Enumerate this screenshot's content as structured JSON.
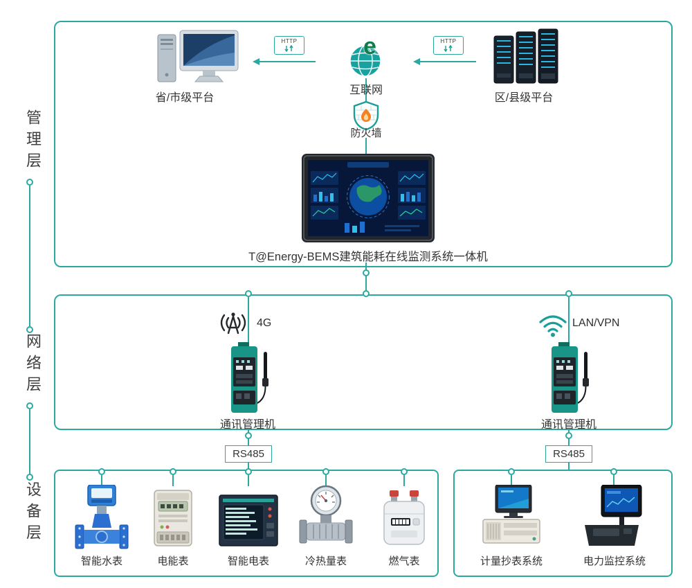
{
  "colors": {
    "accent": "#2BA9A1",
    "text": "#333333"
  },
  "layers": [
    {
      "id": "management",
      "label": "管理层"
    },
    {
      "id": "network",
      "label": "网络层"
    },
    {
      "id": "device",
      "label": "设备层"
    }
  ],
  "management": {
    "province_platform_label": "省/市级平台",
    "internet_label": "互联网",
    "internet_icon_letter": "e",
    "district_platform_label": "区/县级平台",
    "http_left_label": "HTTP",
    "http_right_label": "HTTP",
    "firewall_label": "防火墙",
    "allinone_label": "T@Energy-BEMS建筑能耗在线监测系统一体机"
  },
  "network": {
    "left_link_label": "4G",
    "right_link_label": "LAN/VPN",
    "left_gateway_label": "通讯管理机",
    "right_gateway_label": "通讯管理机",
    "rs485_left_label": "RS485",
    "rs485_right_label": "RS485"
  },
  "device_layer": {
    "left_group": [
      {
        "label": "智能水表"
      },
      {
        "label": "电能表"
      },
      {
        "label": "智能电表"
      },
      {
        "label": "冷热量表"
      },
      {
        "label": "燃气表"
      }
    ],
    "right_group": [
      {
        "label": "计量抄表系统"
      },
      {
        "label": "电力监控系统"
      }
    ]
  }
}
